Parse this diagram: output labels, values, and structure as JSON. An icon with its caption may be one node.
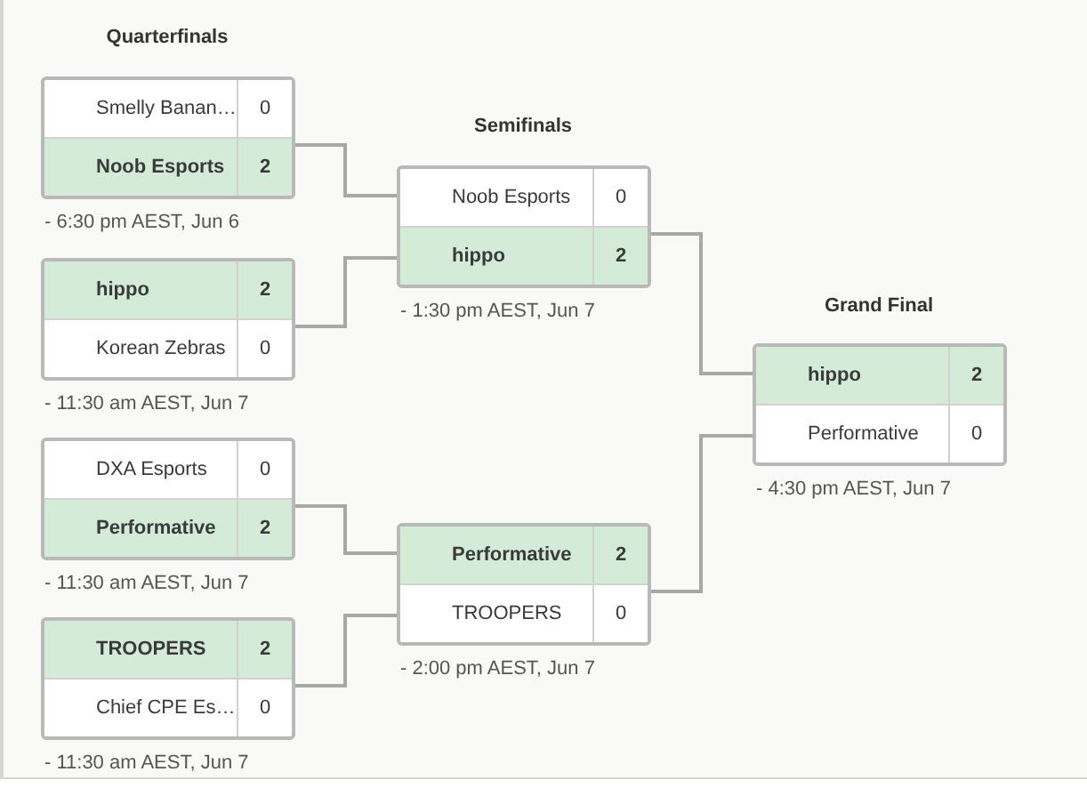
{
  "diagram": {
    "nodes": [
      {
        "text": [],
        "shape": "box",
        "beside": [
          "- 6:30 pm AEST, Jun 6"
        ]
      },
      {
        "text": [
          "Smelly Banan…",
          "0"
        ],
        "in": 0
      },
      {
        "text": [
          "Noob Esports",
          "2"
        ],
        "in": 0
      },
      {
        "text": [],
        "shape": "box",
        "beside": [
          "- 11:30 am AEST, Jun 7"
        ]
      },
      {
        "text": [
          "hippo",
          "2"
        ],
        "in": 3
      },
      {
        "text": [
          "Korean Zebras",
          "0"
        ],
        "in": 3
      },
      {
        "text": [],
        "shape": "box",
        "beside": [
          "- 11:30 am AEST, Jun 7"
        ]
      },
      {
        "text": [
          "DXA Esports",
          "0"
        ],
        "in": 6
      },
      {
        "text": [
          "Performative",
          "2"
        ],
        "in": 6
      },
      {
        "text": [],
        "shape": "box",
        "beside": [
          "- 11:30 am AEST, Jun 7"
        ]
      },
      {
        "text": [
          "TROOPERS",
          "2"
        ],
        "in": 9
      },
      {
        "text": [
          "Chief CPE Es…",
          "0"
        ],
        "in": 9
      },
      {
        "text": [],
        "shape": "box",
        "beside": [
          "- 1:30 pm AEST, Jun 7"
        ]
      },
      {
        "text": [
          "Noob Esports",
          "0"
        ],
        "in": 12
      },
      {
        "text": [
          "hippo",
          "2"
        ],
        "in": 12
      },
      {
        "text": [],
        "shape": "box",
        "beside": [
          "- 2:00 pm AEST, Jun 7"
        ]
      },
      {
        "text": [
          "Performative",
          "2"
        ],
        "in": 15
      },
      {
        "text": [
          "TROOPERS",
          "0"
        ],
        "in": 15
      },
      {
        "text": [],
        "shape": "box",
        "beside": [
          "- 4:30 pm AEST, Jun 7"
        ]
      },
      {
        "text": [
          "hippo",
          "2"
        ],
        "in": 18
      },
      {
        "text": [
          "Performative",
          "0"
        ],
        "in": 18
      }
    ],
    "edges": [
      {
        "from": 0,
        "to": 12,
        "arrow": "none"
      },
      {
        "from": 3,
        "to": 12,
        "arrow": "none"
      },
      {
        "from": 6,
        "to": 15,
        "arrow": "none"
      },
      {
        "from": 9,
        "to": 15,
        "arrow": "none"
      },
      {
        "from": 12,
        "to": 18,
        "arrow": "none"
      },
      {
        "from": 15,
        "to": 18,
        "arrow": "none"
      }
    ],
    "labels": [
      "Quarterfinals",
      "Semifinals",
      "Grand Final"
    ]
  }
}
